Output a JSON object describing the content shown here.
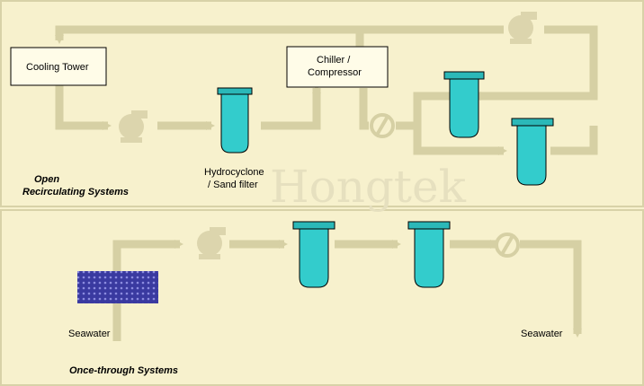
{
  "watermark": "Hongtek",
  "colors": {
    "background": "#f7f1cd",
    "panel_border": "#d8d2a8",
    "flow_line": "#d6d0a4",
    "filter_body": "#33cccc",
    "filter_cap": "#2bb8b8",
    "media_block": "#3a3aa0"
  },
  "open_system": {
    "title_line1": "Open",
    "title_line2": "Recirculating Systems",
    "cooling_tower": "Cooling Tower",
    "chiller_line1": "Chiller /",
    "chiller_line2": "Compressor",
    "hydrocyclone_line1": "Hydrocyclone",
    "hydrocyclone_line2": "/ Sand filter"
  },
  "once_through": {
    "title": "Once-through Systems",
    "seawater_in": "Seawater",
    "seawater_out": "Seawater"
  }
}
